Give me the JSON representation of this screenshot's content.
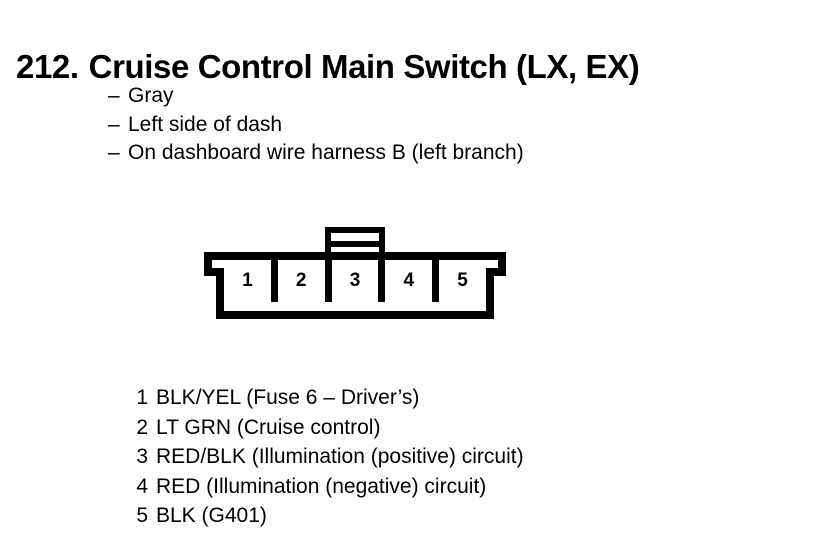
{
  "page": {
    "background_color": "#ffffff",
    "ink_color": "#000000"
  },
  "title": {
    "number": "212.",
    "text": "Cruise Control Main Switch (LX, EX)",
    "full": "212. Cruise Control Main Switch (LX, EX)"
  },
  "attributes": {
    "bullet_glyph": "–",
    "items": [
      {
        "text": "Gray"
      },
      {
        "text": "Left side of dash"
      },
      {
        "text": "On dashboard wire harness B (left branch)"
      }
    ]
  },
  "connector": {
    "terminal_count": 5,
    "terminals": [
      {
        "number": "1"
      },
      {
        "number": "2"
      },
      {
        "number": "3"
      },
      {
        "number": "4"
      },
      {
        "number": "5"
      }
    ]
  },
  "pin_legend": {
    "rows": [
      {
        "pin": "1",
        "description": "BLK/YEL (Fuse 6 – Driver’s)"
      },
      {
        "pin": "2",
        "description": "LT GRN (Cruise control)"
      },
      {
        "pin": "3",
        "description": "RED/BLK (Illumination (positive) circuit)"
      },
      {
        "pin": "4",
        "description": "RED (Illumination (negative) circuit)"
      },
      {
        "pin": "5",
        "description": "BLK (G401)"
      }
    ]
  }
}
